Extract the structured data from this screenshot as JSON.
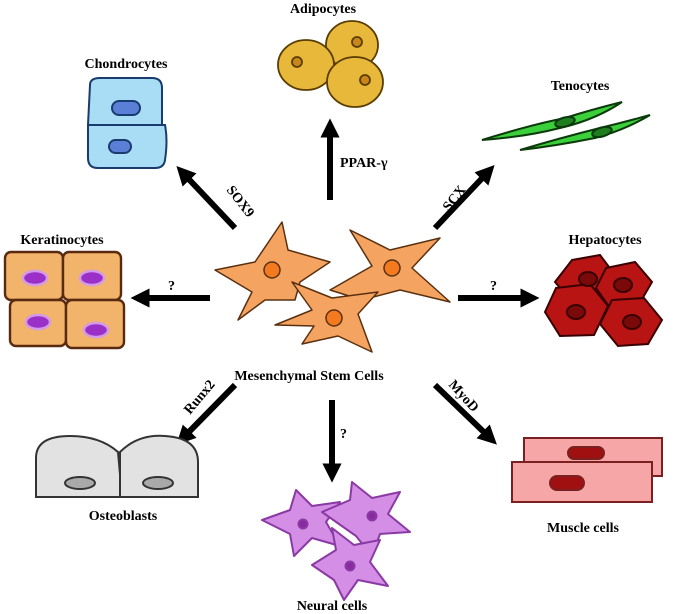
{
  "center": {
    "label": "Mesenchymal Stem Cells"
  },
  "cells": {
    "adipocytes": "Adipocytes",
    "chondrocytes": "Chondrocytes",
    "tenocytes": "Tenocytes",
    "keratinocytes": "Keratinocytes",
    "hepatocytes": "Hepatocytes",
    "osteoblasts": "Osteoblasts",
    "neural": "Neural cells",
    "muscle": "Muscle cells"
  },
  "factors": {
    "adipocytes": "PPAR-γ",
    "chondrocytes": "SOX9",
    "tenocytes": "SCX",
    "keratinocytes": "?",
    "hepatocytes": "?",
    "osteoblasts": "Runx2",
    "neural": "?",
    "muscle": "MyoD"
  },
  "colors": {
    "msc": "#f4a460",
    "adipocyte": "#e8b83a",
    "chondrocyte": "#a8ddf5",
    "tenocyte": "#3ccf3c",
    "keratinocyte": "#f2b36b",
    "keratinocyte_nucleus": "#9b30c8",
    "hepatocyte": "#b81414",
    "osteoblast": "#e2e2e2",
    "neural": "#d58ee6",
    "muscle": "#f6a6a6",
    "muscle_nucleus": "#a01010"
  }
}
